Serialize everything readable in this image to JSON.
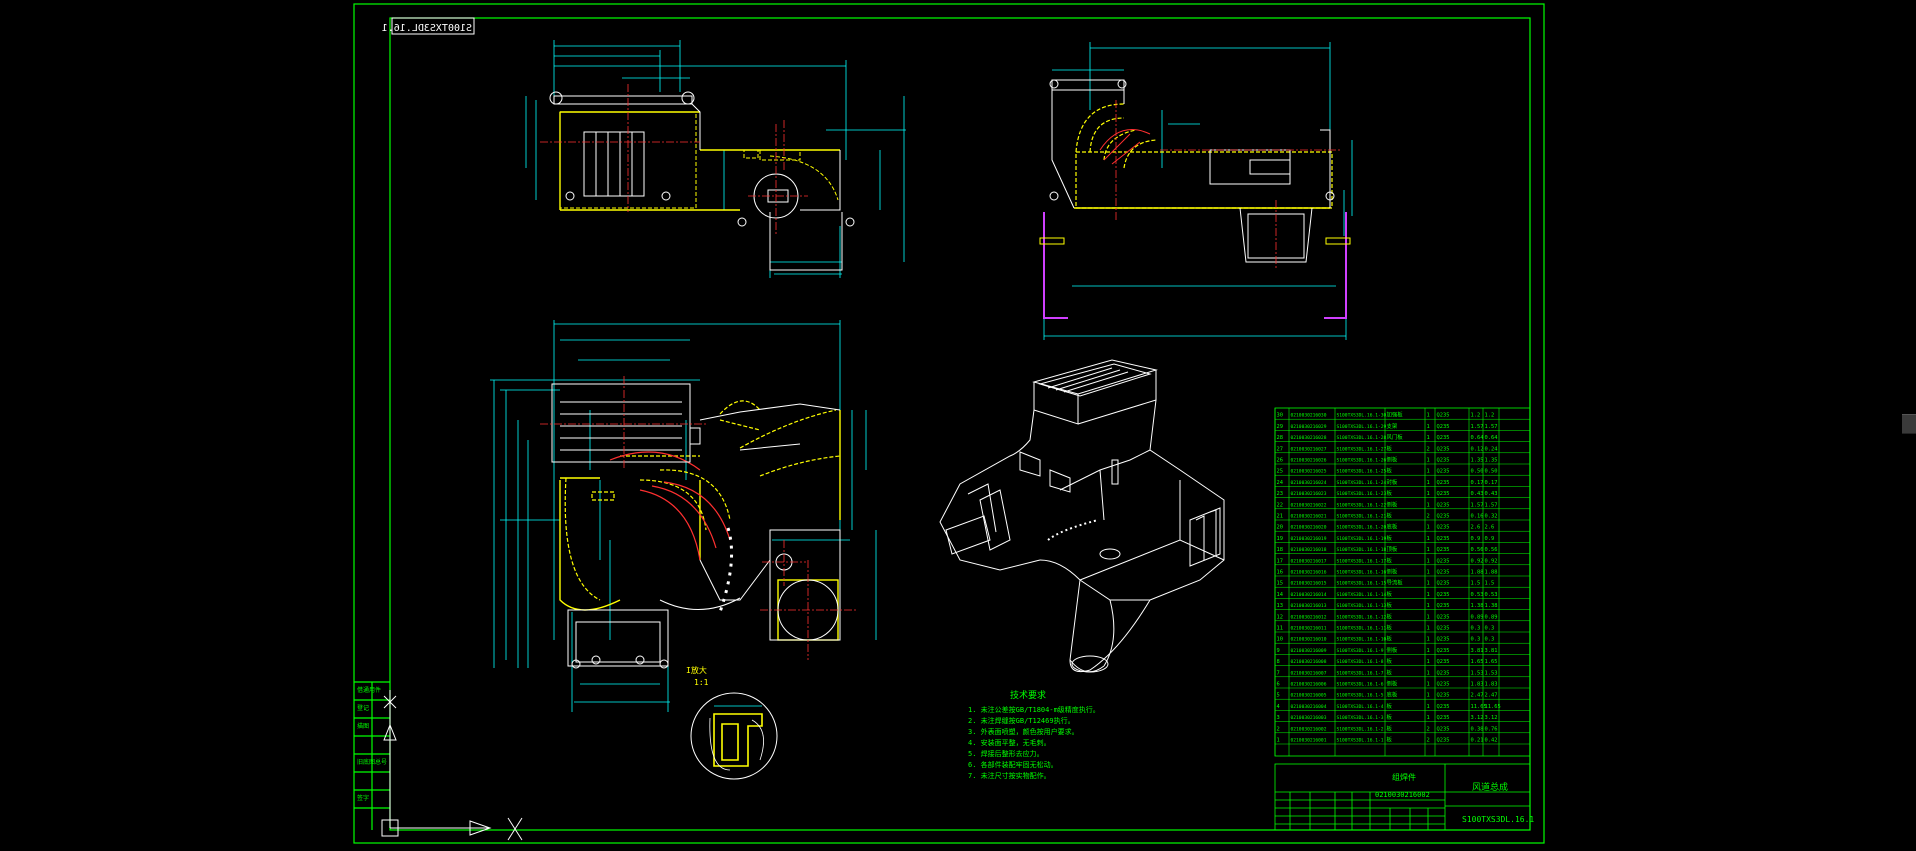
{
  "colors": {
    "frame": "#00ff00",
    "outline": "#ffffff",
    "hidden": "#ffff00",
    "center": "#ff3030",
    "dimension": "#00ffff",
    "table": "#00ff00",
    "part": "#d040ff"
  },
  "drawing": {
    "mirrored_code": "S100TXS3DL.16.1",
    "section_label": "1:1",
    "tech_title": "技术要求",
    "tech_notes": [
      "1. 未注公差按GB/T1804-m级精度执行。",
      "2. 未注焊缝按GB/T12469执行。",
      "3. 外表面喷塑，颜色按用户要求。",
      "4. 安装面平整，无毛刺。",
      "5. 焊接后整形去应力。",
      "6. 各部件装配牢固无松动。",
      "7. 未注尺寸按实物配作。"
    ],
    "title_block": {
      "assembly": "组焊件",
      "drawing_no": "0210030216002",
      "name": "风道总成",
      "code": "S100TXS3DL.16.1"
    },
    "parts_rows": [
      [
        "30",
        "0210030216030",
        "S100TXS3DL.16.1-30",
        "加强板",
        "1",
        "Q235",
        "1.2",
        "1.2"
      ],
      [
        "29",
        "0210030216029",
        "S100TXS3DL.16.1-29",
        "支架",
        "1",
        "Q235",
        "1.57",
        "1.57"
      ],
      [
        "28",
        "0210030216028",
        "S100TXS3DL.16.1-28",
        "风门板",
        "1",
        "Q235",
        "0.64",
        "0.64"
      ],
      [
        "27",
        "0210030216027",
        "S100TXS3DL.16.1-27",
        "板",
        "2",
        "Q235",
        "0.12",
        "0.24"
      ],
      [
        "26",
        "0210030216026",
        "S100TXS3DL.16.1-26",
        "侧板",
        "1",
        "Q235",
        "1.35",
        "1.35"
      ],
      [
        "25",
        "0210030216025",
        "S100TXS3DL.16.1-25",
        "板",
        "1",
        "Q235",
        "0.50",
        "0.50"
      ],
      [
        "24",
        "0210030216024",
        "S100TXS3DL.16.1-24",
        "封板",
        "1",
        "Q235",
        "0.17",
        "0.17"
      ],
      [
        "23",
        "0210030216023",
        "S100TXS3DL.16.1-23",
        "板",
        "1",
        "Q235",
        "0.43",
        "0.43"
      ],
      [
        "22",
        "0210030216022",
        "S100TXS3DL.16.1-22",
        "侧板",
        "1",
        "Q235",
        "1.57",
        "1.57"
      ],
      [
        "21",
        "0210030216021",
        "S100TXS3DL.16.1-21",
        "板",
        "2",
        "Q235",
        "0.16",
        "0.32"
      ],
      [
        "20",
        "0210030216020",
        "S100TXS3DL.16.1-20",
        "底板",
        "1",
        "Q235",
        "2.6",
        "2.6"
      ],
      [
        "19",
        "0210030216019",
        "S100TXS3DL.16.1-19",
        "板",
        "1",
        "Q235",
        "0.9",
        "0.9"
      ],
      [
        "18",
        "0210030216018",
        "S100TXS3DL.16.1-18",
        "顶板",
        "1",
        "Q235",
        "0.56",
        "0.56"
      ],
      [
        "17",
        "0210030216017",
        "S100TXS3DL.16.1-17",
        "板",
        "1",
        "Q235",
        "0.92",
        "0.92"
      ],
      [
        "16",
        "0210030216016",
        "S100TXS3DL.16.1-16",
        "侧板",
        "1",
        "Q235",
        "1.88",
        "1.88"
      ],
      [
        "15",
        "0210030216015",
        "S100TXS3DL.16.1-15",
        "导流板",
        "1",
        "Q235",
        "1.5",
        "1.5"
      ],
      [
        "14",
        "0210030216014",
        "S100TXS3DL.16.1-14",
        "板",
        "1",
        "Q235",
        "0.53",
        "0.53"
      ],
      [
        "13",
        "0210030216013",
        "S100TXS3DL.16.1-13",
        "板",
        "1",
        "Q235",
        "1.38",
        "1.38"
      ],
      [
        "12",
        "0210030216012",
        "S100TXS3DL.16.1-12",
        "板",
        "1",
        "Q235",
        "0.89",
        "0.89"
      ],
      [
        "11",
        "0210030216011",
        "S100TXS3DL.16.1-11",
        "板",
        "1",
        "Q235",
        "0.3",
        "0.3"
      ],
      [
        "10",
        "0210030216010",
        "S100TXS3DL.16.1-10",
        "板",
        "1",
        "Q235",
        "0.3",
        "0.3"
      ],
      [
        "9",
        "0210030216009",
        "S100TXS3DL.16.1-9",
        "侧板",
        "1",
        "Q235",
        "3.81",
        "3.81"
      ],
      [
        "8",
        "0210030216008",
        "S100TXS3DL.16.1-8",
        "板",
        "1",
        "Q235",
        "1.65",
        "1.65"
      ],
      [
        "7",
        "0210030216007",
        "S100TXS3DL.16.1-7",
        "板",
        "1",
        "Q235",
        "1.53",
        "1.53"
      ],
      [
        "6",
        "0210030216006",
        "S100TXS3DL.16.1-6",
        "侧板",
        "1",
        "Q235",
        "1.83",
        "1.83"
      ],
      [
        "5",
        "0210030216005",
        "S100TXS3DL.16.1-5",
        "底板",
        "1",
        "Q235",
        "2.47",
        "2.47"
      ],
      [
        "4",
        "0210030216004",
        "S100TXS3DL.16.1-4",
        "板",
        "1",
        "Q235",
        "11.65",
        "11.65"
      ],
      [
        "3",
        "0210030216003",
        "S100TXS3DL.16.1-3",
        "板",
        "1",
        "Q235",
        "3.12",
        "3.12"
      ],
      [
        "2",
        "0210030216002",
        "S100TXS3DL.16.1-2",
        "板",
        "2",
        "Q235",
        "0.38",
        "0.76"
      ],
      [
        "1",
        "0210030216001",
        "S100TXS3DL.16.1-1",
        "板",
        "2",
        "Q235",
        "0.21",
        "0.42"
      ]
    ]
  }
}
